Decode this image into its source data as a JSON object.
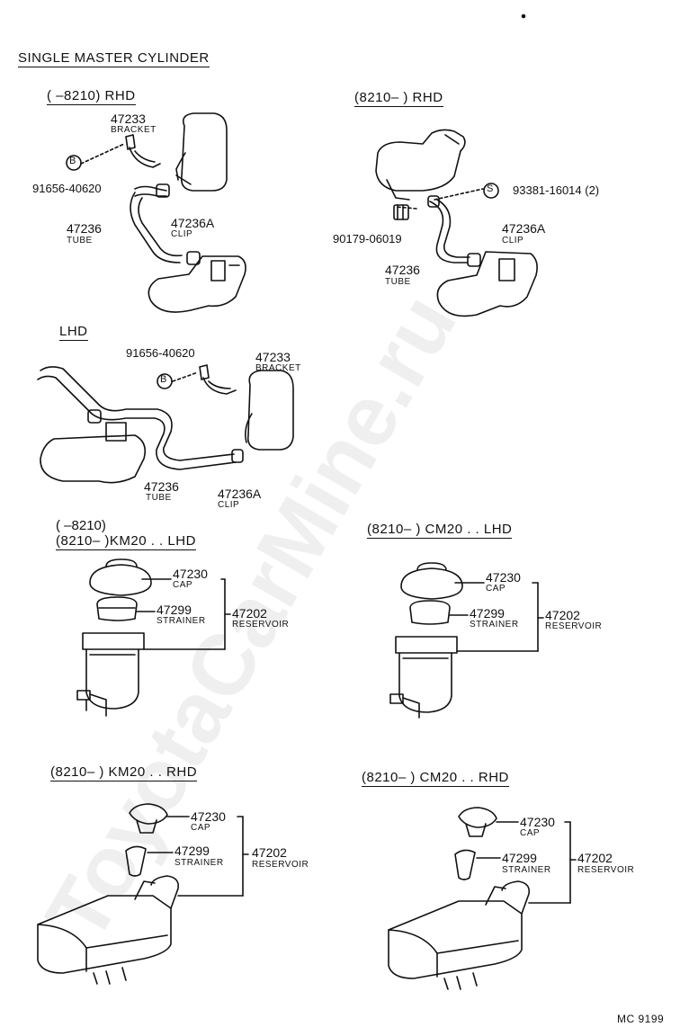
{
  "title": "SINGLE MASTER CYLINDER",
  "footer_code": "MC 9199",
  "watermark": "ToyotaCarMine.ru",
  "sections": {
    "s1": {
      "header": "(      –8210) RHD",
      "p1": "47233",
      "p1n": "BRACKET",
      "p2": "91656-40620",
      "p3": "47236",
      "p3n": "TUBE",
      "p4": "47236A",
      "p4n": "CLIP",
      "sym": "B"
    },
    "s2": {
      "header": "(8210–        ) RHD",
      "p1": "93381-16014 (2)",
      "p2": "90179-06019",
      "p3": "47236A",
      "p3n": "CLIP",
      "p4": "47236",
      "p4n": "TUBE",
      "sym": "S"
    },
    "s3": {
      "header": "LHD",
      "p1": "91656-40620",
      "p2": "47233",
      "p2n": "BRACKET",
      "p3": "47236",
      "p3n": "TUBE",
      "p4": "47236A",
      "p4n": "CLIP",
      "sym": "B"
    },
    "s4": {
      "header1": "(      –8210)",
      "header2": "(8210–        )KM20 . . LHD",
      "p1": "47230",
      "p1n": "CAP",
      "p2": "47299",
      "p2n": "STRAINER",
      "p3": "47202",
      "p3n": "RESERVOIR"
    },
    "s5": {
      "header": "(8210–        ) CM20 . . LHD",
      "p1": "47230",
      "p1n": "CAP",
      "p2": "47299",
      "p2n": "STRAINER",
      "p3": "47202",
      "p3n": "RESERVOIR"
    },
    "s6": {
      "header": "(8210–        ) KM20 . . RHD",
      "p1": "47230",
      "p1n": "CAP",
      "p2": "47299",
      "p2n": "STRAINER",
      "p3": "47202",
      "p3n": "RESERVOIR"
    },
    "s7": {
      "header": "(8210–        ) CM20 . . RHD",
      "p1": "47230",
      "p1n": "CAP",
      "p2": "47299",
      "p2n": "STRAINER",
      "p3": "47202",
      "p3n": "RESERVOIR"
    }
  }
}
